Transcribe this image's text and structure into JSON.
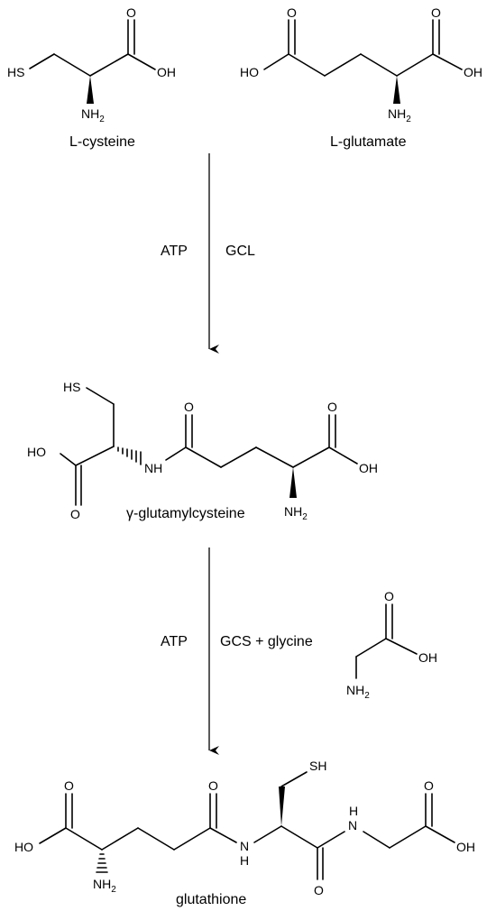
{
  "atoms": {
    "hs": "HS",
    "sh": "SH",
    "oh": "OH",
    "ho": "HO",
    "o": "O",
    "n": "N",
    "h": "H",
    "nh": "NH",
    "nh_sub": "2"
  },
  "compounds": {
    "cysteine": "L-cysteine",
    "glutamate": "L-glutamate",
    "gamma_glutamylcysteine": "γ-glutamylcysteine",
    "glutathione": "glutathione"
  },
  "step1": {
    "left_label": "ATP",
    "right_label": "GCL"
  },
  "step2": {
    "left_label": "ATP",
    "right_label": "GCS + glycine"
  },
  "colors": {
    "ink": "#000000",
    "background": "#ffffff"
  }
}
